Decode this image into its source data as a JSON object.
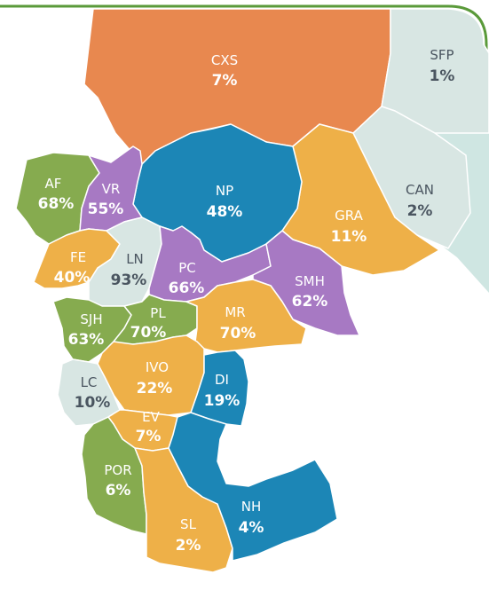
{
  "colors": {
    "orange": "#e8884f",
    "gold": "#eeb048",
    "green": "#86ab4f",
    "purple": "#a779c3",
    "blue": "#1c86b6",
    "light_blue": "#d8e6e3",
    "light_blue_outer": "#cfe6e2",
    "frame_green": "#5a9a3a"
  },
  "regions": [
    {
      "id": "cxs",
      "code": "CXS",
      "pct": "7%"
    },
    {
      "id": "sfp",
      "code": "SFP",
      "pct": "1%"
    },
    {
      "id": "can",
      "code": "CAN",
      "pct": "2%"
    },
    {
      "id": "gra",
      "code": "GRA",
      "pct": "11%"
    },
    {
      "id": "np",
      "code": "NP",
      "pct": "48%"
    },
    {
      "id": "af",
      "code": "AF",
      "pct": "68%"
    },
    {
      "id": "vr",
      "code": "VR",
      "pct": "55%"
    },
    {
      "id": "fe",
      "code": "FE",
      "pct": "40%"
    },
    {
      "id": "ln",
      "code": "LN",
      "pct": "93%"
    },
    {
      "id": "pc",
      "code": "PC",
      "pct": "66%"
    },
    {
      "id": "smh",
      "code": "SMH",
      "pct": "62%"
    },
    {
      "id": "sjh",
      "code": "SJH",
      "pct": "63%"
    },
    {
      "id": "pl",
      "code": "PL",
      "pct": "70%"
    },
    {
      "id": "mr",
      "code": "MR",
      "pct": "70%"
    },
    {
      "id": "ivo",
      "code": "IVO",
      "pct": "22%"
    },
    {
      "id": "di",
      "code": "DI",
      "pct": "19%"
    },
    {
      "id": "lc",
      "code": "LC",
      "pct": "10%"
    },
    {
      "id": "ev",
      "code": "EV",
      "pct": "7%"
    },
    {
      "id": "por",
      "code": "POR",
      "pct": "6%"
    },
    {
      "id": "sl",
      "code": "SL",
      "pct": "2%"
    },
    {
      "id": "nh",
      "code": "NH",
      "pct": "4%"
    }
  ]
}
